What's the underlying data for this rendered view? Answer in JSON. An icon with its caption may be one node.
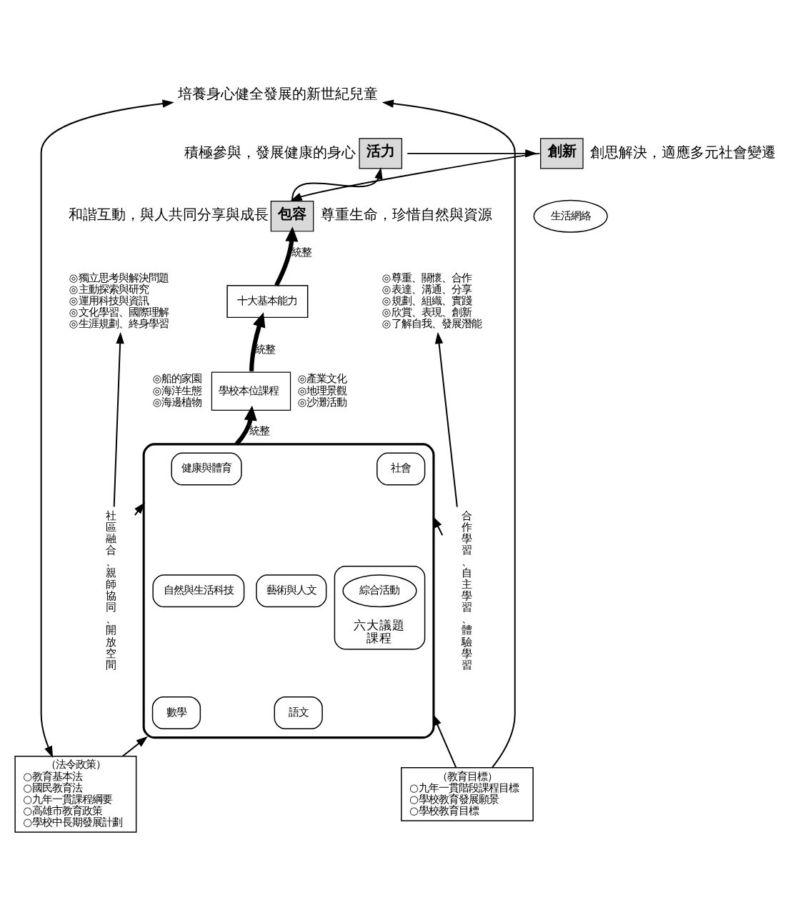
{
  "diagram": {
    "nodes": [
      {
        "text": [
          "培養身心健全發展的新世紀兒童"
        ]
      },
      {
        "text": [
          "活力"
        ],
        "beside": [
          "積極參與，發展健康的身心"
        ]
      },
      {
        "text": [
          "創新"
        ],
        "beside": [
          "創思解決，適應多元社會變遷"
        ]
      },
      {
        "text": [
          "生活網絡"
        ]
      },
      {
        "text": [
          "包容"
        ],
        "beside": [
          "和諧互動，與人共同分享與成長",
          "尊重生命，珍惜自然與資源"
        ]
      },
      {
        "text": [
          "◎獨立思考與解決問題",
          "◎主動探索與研究",
          "◎運用科技與資訊",
          "◎文化學習、國際理解",
          "◎生涯規劃、終身學習"
        ]
      },
      {
        "text": [
          "十大基本能力"
        ]
      },
      {
        "text": [
          "◎尊重、關懷、合作",
          "◎表達、溝通、分享",
          "◎規劃、組織、實踐",
          "◎欣賞、表現、創新",
          "◎了解自我、發展潛能"
        ]
      },
      {
        "text": [
          "社區融合、親師協同、開放空間"
        ]
      },
      {
        "text": [
          "合作學習、自主學習、體驗學習"
        ]
      },
      {
        "text": [
          "學校本位課程"
        ],
        "beside": [
          "◎船的家園",
          "◎海洋生態",
          "◎海邊植物",
          "◎產業文化",
          "◎地理景觀",
          "◎沙灘活動"
        ]
      },
      {
        "text": [],
        "shape": "ellipse"
      },
      {
        "text": [
          "健康與體育"
        ],
        "in": 11
      },
      {
        "text": [
          "社會"
        ],
        "in": 11
      },
      {
        "text": [
          "自然與生活科技"
        ],
        "in": 11
      },
      {
        "text": [
          "六大議題",
          "課程"
        ],
        "in": 11
      },
      {
        "text": [
          "綜合活動"
        ],
        "in": 15
      },
      {
        "text": [
          "藝術與人文"
        ],
        "in": 11
      },
      {
        "text": [
          "數學"
        ],
        "in": 11
      },
      {
        "text": [
          "語文"
        ],
        "in": 11
      },
      {
        "text": [
          "（法令政策）",
          "○教育基本法",
          "○國民教育法",
          "○九年一貫課程綱要",
          "○高雄市教育政策",
          "○學校中長期發展計劃"
        ]
      },
      {
        "text": [
          "（教育目標）",
          "○九年一貫階段課程目標",
          "○學校教育發展願景",
          "○學校教育目標"
        ]
      }
    ],
    "edges": [
      {
        "from": 1,
        "to": 2,
        "arrow": "to"
      },
      {
        "from": 2,
        "to": 4,
        "arrow": "to"
      },
      {
        "from": 4,
        "to": 1,
        "arrow": "to"
      },
      {
        "from": 6,
        "to": 4,
        "arrow": "to",
        "label": "統整",
        "style": "thick"
      },
      {
        "from": 8,
        "to": 5,
        "arrow": "to"
      },
      {
        "from": 9,
        "to": 7,
        "arrow": "to"
      },
      {
        "from": 10,
        "to": 6,
        "arrow": "to",
        "label": "統整",
        "style": "thick"
      },
      {
        "from": 11,
        "to": 10,
        "arrow": "to",
        "label": "統整",
        "style": "thick"
      },
      {
        "from": 8,
        "to": 11,
        "arrow": "to"
      },
      {
        "from": 9,
        "to": 11,
        "arrow": "to"
      },
      {
        "from": 20,
        "to": 11,
        "arrow": "to"
      },
      {
        "from": 21,
        "to": 11,
        "arrow": "to"
      },
      {
        "from": 20,
        "to": 0,
        "arrow": "both"
      },
      {
        "from": 21,
        "to": 0,
        "arrow": "to"
      }
    ]
  }
}
